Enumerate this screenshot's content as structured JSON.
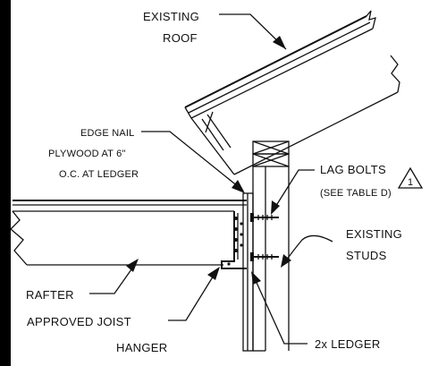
{
  "labels": {
    "existing_roof": [
      "EXISTING",
      "ROOF"
    ],
    "edge_nail": [
      "EDGE NAIL",
      "PLYWOOD AT 6\"",
      "O.C. AT LEDGER"
    ],
    "lag_bolts": "LAG BOLTS",
    "lag_bolts_note": "(SEE TABLE D)",
    "revision_mark": "1",
    "existing_studs": [
      "EXISTING",
      "STUDS"
    ],
    "rafter": "RAFTER",
    "joist_hanger": [
      "APPROVED JOIST",
      "HANGER"
    ],
    "ledger": "2x LEDGER"
  },
  "colors": {
    "line": "#111111",
    "left_edge_bar": "#000000",
    "background": "#ffffff"
  }
}
